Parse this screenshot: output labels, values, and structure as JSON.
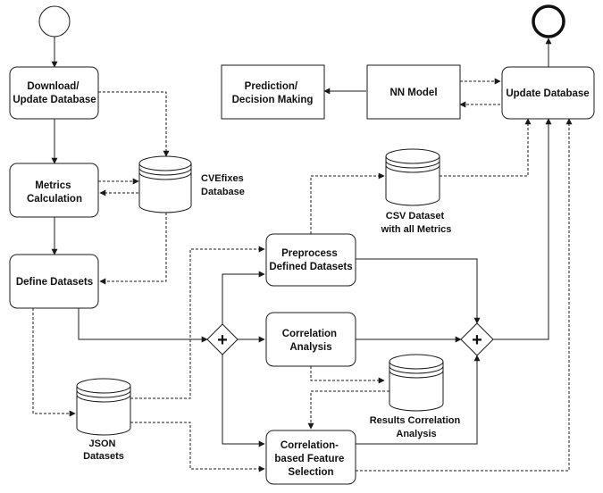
{
  "boxes": {
    "download": [
      "Download/",
      "Update Database"
    ],
    "metrics": [
      "Metrics",
      "Calculation"
    ],
    "define": [
      "Define Datasets"
    ],
    "preprocess": [
      "Preprocess",
      "Defined Datasets"
    ],
    "correlation": [
      "Correlation",
      "Analysis"
    ],
    "feature": [
      "Correlation-",
      "based Feature",
      "Selection"
    ],
    "prediction": [
      "Prediction/",
      "Decision Making"
    ],
    "nn": [
      "NN Model"
    ],
    "update": [
      "Update Database"
    ]
  },
  "databases": {
    "cvefixes": [
      "CVEfixes",
      "Database"
    ],
    "csv": [
      "CSV Dataset",
      "with all Metrics"
    ],
    "results": [
      "Results Correlation",
      "Analysis"
    ],
    "json": [
      "JSON",
      "Datasets"
    ]
  },
  "gateway_symbol": "+"
}
